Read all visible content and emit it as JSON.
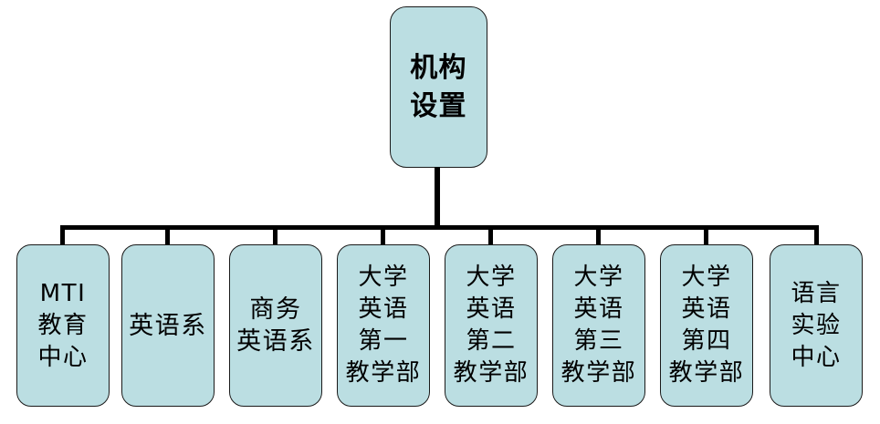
{
  "chart_data": {
    "type": "diagram",
    "diagram_kind": "organizational-chart",
    "title": "机构设置",
    "orientation": "top-down",
    "root": {
      "id": "root",
      "label": "机构\n设置",
      "lines": [
        "机构",
        "设置"
      ],
      "bold": true
    },
    "children": [
      {
        "id": "mti-education-center",
        "label": "MTI\n教育\n中心",
        "lines": [
          "MTI",
          "教育",
          "中心"
        ],
        "line_count": 3
      },
      {
        "id": "english-department",
        "label": "英语系",
        "lines": [
          "英语系"
        ],
        "line_count": 1
      },
      {
        "id": "business-english-department",
        "label": "商务\n英语系",
        "lines": [
          "商务",
          "英语系"
        ],
        "line_count": 2
      },
      {
        "id": "college-english-teaching-dept-1",
        "label": "大学\n英语\n第一\n教学部",
        "lines": [
          "大学",
          "英语",
          "第一",
          "教学部"
        ],
        "line_count": 4
      },
      {
        "id": "college-english-teaching-dept-2",
        "label": "大学\n英语\n第二\n教学部",
        "lines": [
          "大学",
          "英语",
          "第二",
          "教学部"
        ],
        "line_count": 4
      },
      {
        "id": "college-english-teaching-dept-3",
        "label": "大学\n英语\n第三\n教学部",
        "lines": [
          "大学",
          "英语",
          "第三",
          "教学部"
        ],
        "line_count": 4
      },
      {
        "id": "college-english-teaching-dept-4",
        "label": "大学\n英语\n第四\n教学部",
        "lines": [
          "大学",
          "英语",
          "第四",
          "教学部"
        ],
        "line_count": 4
      },
      {
        "id": "language-lab-center",
        "label": "语言\n实验\n中心",
        "lines": [
          "语言",
          "实验",
          "中心"
        ],
        "line_count": 3
      }
    ],
    "edges": [
      {
        "from": "root",
        "to": "mti-education-center"
      },
      {
        "from": "root",
        "to": "english-department"
      },
      {
        "from": "root",
        "to": "business-english-department"
      },
      {
        "from": "root",
        "to": "college-english-teaching-dept-1"
      },
      {
        "from": "root",
        "to": "college-english-teaching-dept-2"
      },
      {
        "from": "root",
        "to": "college-english-teaching-dept-3"
      },
      {
        "from": "root",
        "to": "college-english-teaching-dept-4"
      },
      {
        "from": "root",
        "to": "language-lab-center"
      }
    ],
    "colors": {
      "node_fill": "#bbdee2",
      "node_border": "#1a1a1a",
      "connector": "#000000",
      "text": "#000000",
      "background": "#ffffff"
    }
  }
}
